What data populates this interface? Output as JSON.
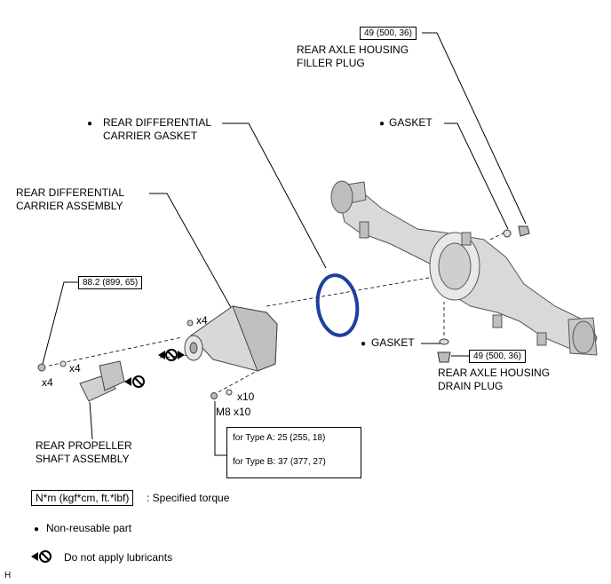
{
  "torque_filler": "49 (500, 36)",
  "torque_drain": "49 (500, 36)",
  "torque_propeller": "88.2 (899, 65)",
  "torque_type_a": "for Type A: 25 (255, 18)",
  "torque_type_b": "for Type B: 37 (377, 27)",
  "filler_plug_l1": "REAR AXLE HOUSING",
  "filler_plug_l2": "FILLER PLUG",
  "carrier_gasket_l1": "REAR DIFFERENTIAL",
  "carrier_gasket_l2": "CARRIER GASKET",
  "gasket_upper": "GASKET",
  "gasket_lower": "GASKET",
  "carrier_assy_l1": "REAR DIFFERENTIAL",
  "carrier_assy_l2": "CARRIER ASSEMBLY",
  "drain_plug_l1": "REAR AXLE HOUSING",
  "drain_plug_l2": "DRAIN PLUG",
  "propeller_l1": "REAR PROPELLER",
  "propeller_l2": "SHAFT ASSEMBLY",
  "qty_x4_nut": "x4",
  "qty_x4_bolt": "x4",
  "qty_x4_washer": "x4",
  "qty_x10_washer": "x10",
  "qty_m8x10": "M8 x10",
  "legend_torque_box": "N*m (kgf*cm, ft.*lbf)",
  "legend_torque_text": ": Specified torque",
  "legend_nonreusable": "Non-reusable part",
  "legend_nolube": "Do not apply lubricants",
  "bullet_char": "●",
  "corner_mark": "H"
}
